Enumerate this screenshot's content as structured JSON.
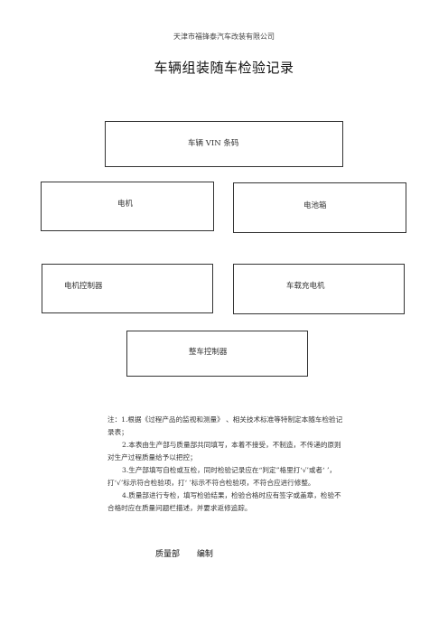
{
  "header": {
    "company": "天津市福锋泰汽车改装有限公司",
    "title": "车辆组装随车检验记录"
  },
  "fields": {
    "vin": "车辆 VIN 条码",
    "motor": "电机",
    "battery_box": "电池箱",
    "motor_controller": "电机控制器",
    "onboard_charger": "车载充电机",
    "vehicle_controller": "整车控制器"
  },
  "notes": {
    "note1": "注：1.根据《过程产品的监视和测量》  、相关技术标准等特制定本随车检验记录表；",
    "note2": "2.本表由生产部与质量部共同填写，本着不接受，不制造，不传递的原则对生产过程质量给予以把控；",
    "note3": "3.生产部填写自检或互检，同时检验记录应在“判定”格里打‘√’或者‘ ’，打‘√’标示符合检验项，打‘ ’标示不符合检验项，不符合应进行修整。",
    "note4": "4.质量部进行专检，填写检验结果，检验合格时应有签字或盖章，检验不合格时应在质量问题栏描述，并要求返修追踪。"
  },
  "footer": {
    "department": "质量部",
    "action": "编制"
  }
}
